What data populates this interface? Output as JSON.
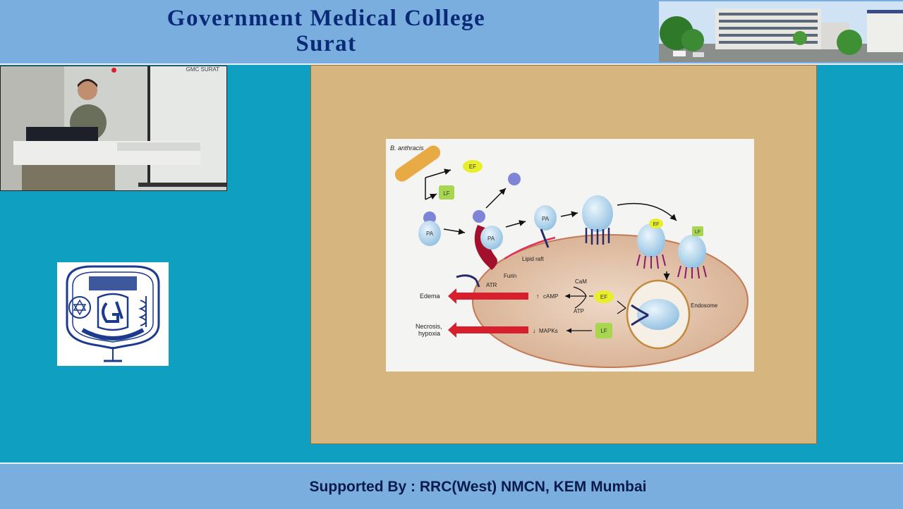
{
  "header": {
    "title_line1": "Government Medical College",
    "title_line2": "Surat"
  },
  "video": {
    "watermark": "GMC SURAT"
  },
  "colors": {
    "background": "#0f9fc0",
    "banner": "#7aaede",
    "title_text": "#0a2a78",
    "slide_bg": "#d6b67e",
    "arrow_red": "#d81f2e"
  },
  "figure": {
    "organism_label": "B. anthracis",
    "ef": "EF",
    "lf": "LF",
    "pa": "PA",
    "lipid_raft": "Lipid raft",
    "furin": "Furin",
    "atr": "ATR",
    "edema": "Edema",
    "camp": "cAMP",
    "cam": "CaM",
    "atp": "ATP",
    "necrosis_line1": "Necrosis,",
    "necrosis_line2": "hypoxia",
    "mapks": "MAPKs",
    "endosome": "Endosome"
  },
  "footer": {
    "text": "Supported By : RRC(West) NMCN, KEM Mumbai"
  }
}
